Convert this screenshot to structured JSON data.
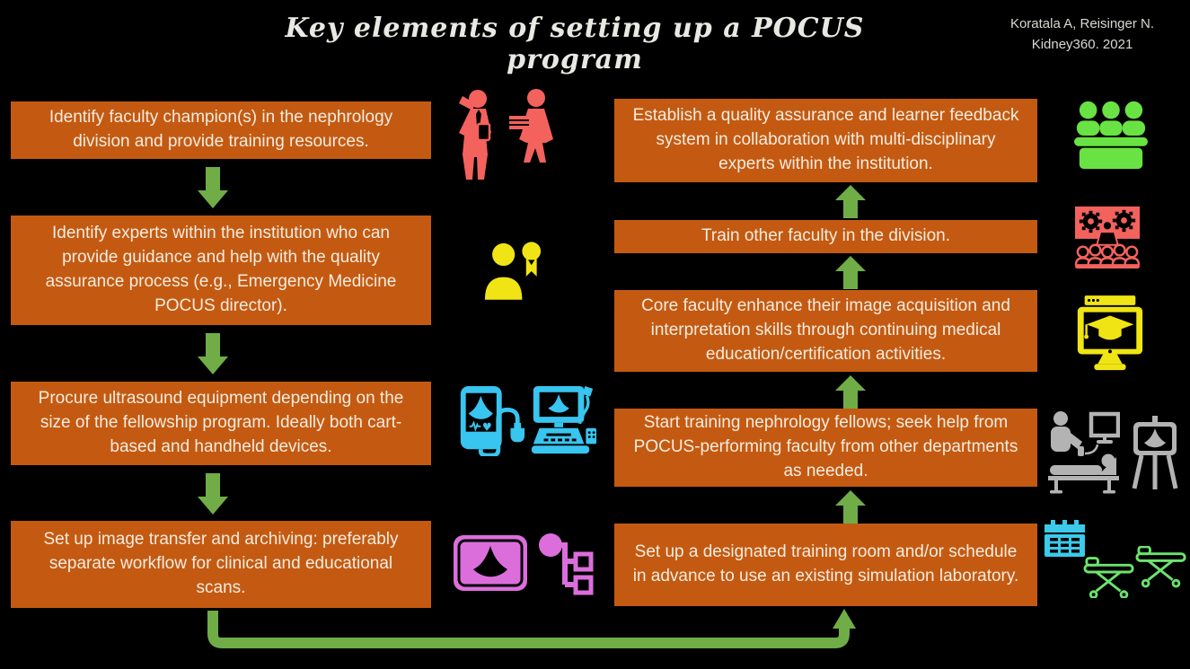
{
  "header": {
    "title": "Key elements of setting up a POCUS program",
    "citation": {
      "line1": "Koratala A, Reisinger N.",
      "line2": "Kidney360. 2021"
    }
  },
  "left_flow": {
    "arrow_direction": "down",
    "steps": [
      "Identify faculty champion(s) in the nephrology division and provide training resources.",
      "Identify experts within the institution who can provide guidance and help with the quality assurance process (e.g., Emergency Medicine POCUS director).",
      "Procure ultrasound equipment depending on the size of the fellowship program. Ideally both cart-based and handheld devices.",
      "Set up image transfer and archiving: preferably separate workflow for clinical and educational scans."
    ]
  },
  "right_flow": {
    "arrow_direction": "up",
    "steps_top_to_bottom": [
      "Establish a quality assurance and learner feedback system in collaboration with multi-disciplinary experts within the institution.",
      "Train other faculty in the division.",
      "Core faculty enhance their image acquisition and interpretation skills through continuing medical education/certification activities.",
      "Start training nephrology fellows; seek help from POCUS-performing faculty from other departments as needed.",
      "Set up a designated training room and/or schedule in advance to use an existing simulation laboratory."
    ]
  },
  "icons": {
    "left_middle": [
      "teachers-icon",
      "expert-badge-icon",
      "ultrasound-devices-icon",
      "image-archive-icon"
    ],
    "right_side": [
      "committee-icon",
      "presentation-audience-icon",
      "elearning-icon",
      "ultrasound-exam-icon",
      "easel-icon",
      "calendar-icon",
      "stretchers-icon"
    ]
  },
  "colors": {
    "background": "#000000",
    "box": "#c45a11",
    "box_text": "#f2ece1",
    "title_text": "#e9e9e3",
    "citation_text": "#d9d9d3",
    "arrow": "#70ad47",
    "teachers": "#f4625d",
    "expert": "#f0e414",
    "devices": "#38c5ef",
    "archive": "#dc6edc",
    "committee": "#69e243",
    "presentation": "#f4625d",
    "elearning": "#f0e414",
    "training": "#b3b3b3",
    "calendar": "#3cc9ea",
    "stretchers": "#6ce46c"
  }
}
